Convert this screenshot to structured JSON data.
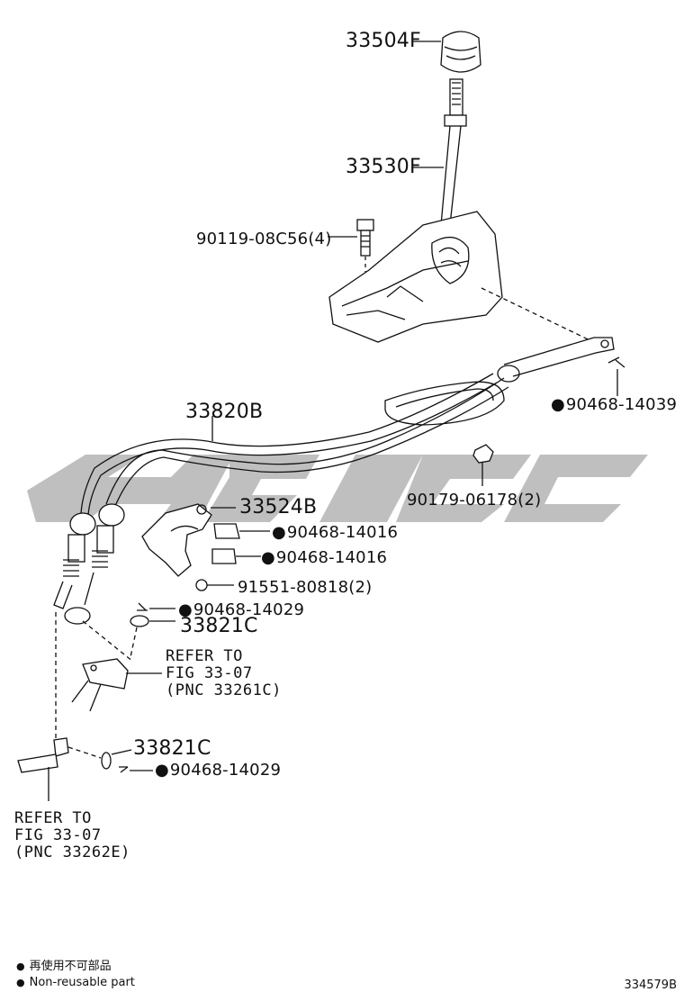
{
  "callouts": {
    "knob": "33504F",
    "lever": "33530F",
    "bolt": "90119-08C56(4)",
    "clip_top": "90468-14039",
    "cable": "33820B",
    "nut": "90179-06178(2)",
    "bracket": "33524B",
    "clip_a": "90468-14016",
    "clip_b": "90468-14016",
    "bolt_small": "91551-80818(2)",
    "clip_c": "90468-14029",
    "washer_a": "33821C",
    "washer_b": "33821C",
    "clip_d": "90468-14029"
  },
  "refer_a": "REFER TO\nFIG 33-07\n(PNC 33261C)",
  "refer_b": "REFER TO\nFIG 33-07\n(PNC 33262E)",
  "legend": {
    "jp": "再使用不可部品",
    "en": "Non-reusable part"
  },
  "diagram_code": "334579B",
  "colors": {
    "line": "#111111",
    "watermark": "#b4b4b4",
    "fill": "#ffffff"
  }
}
